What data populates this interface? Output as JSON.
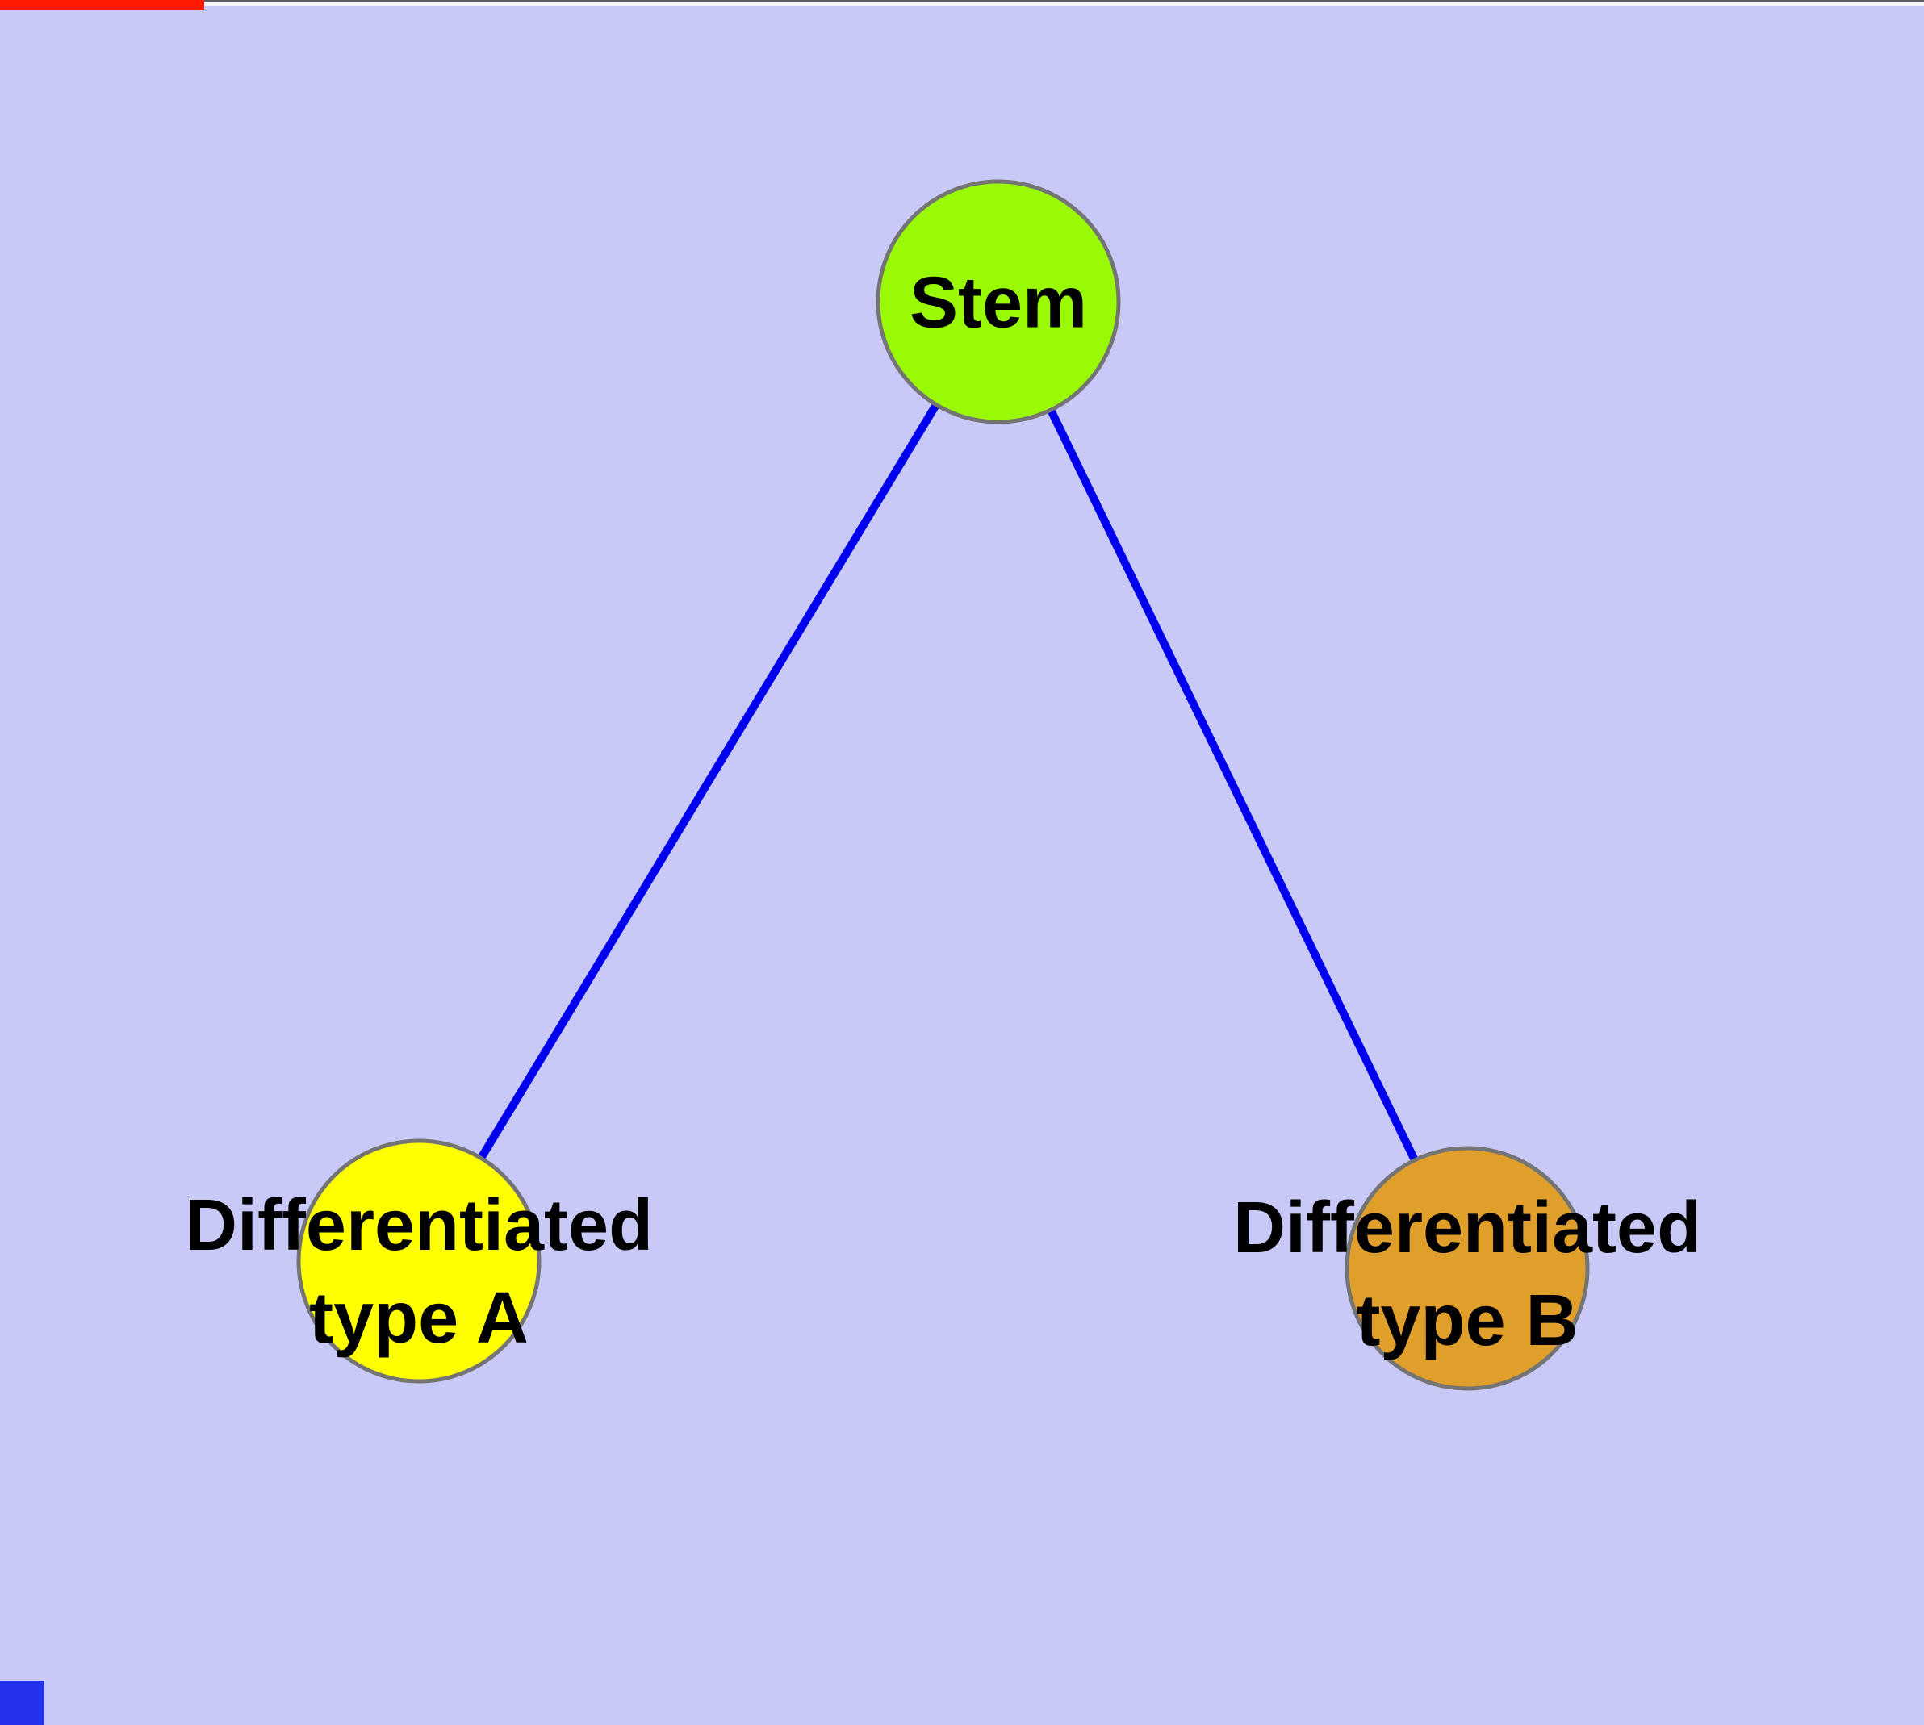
{
  "figure": {
    "type": "node-link-diagram",
    "background_color": "#C9C9F8",
    "edge_color": "#0000EE",
    "node_border_color": "#747474",
    "label_color": "#000000",
    "artifacts": {
      "top_left_strip_color": "#FF1A00",
      "bottom_left_corner_color": "#2333EC"
    }
  },
  "nodes": {
    "stem": {
      "label": "Stem",
      "fill": "#9AFA05"
    },
    "type_a": {
      "label_line1": "Differentiated",
      "label_line2": "type A",
      "fill": "#FFFF00"
    },
    "type_b": {
      "label_line1": "Differentiated",
      "label_line2": "type B",
      "fill": "#E09E2A"
    }
  },
  "edges": [
    {
      "from": "Stem",
      "to": "Differentiated type A"
    },
    {
      "from": "Stem",
      "to": "Differentiated type B"
    }
  ]
}
